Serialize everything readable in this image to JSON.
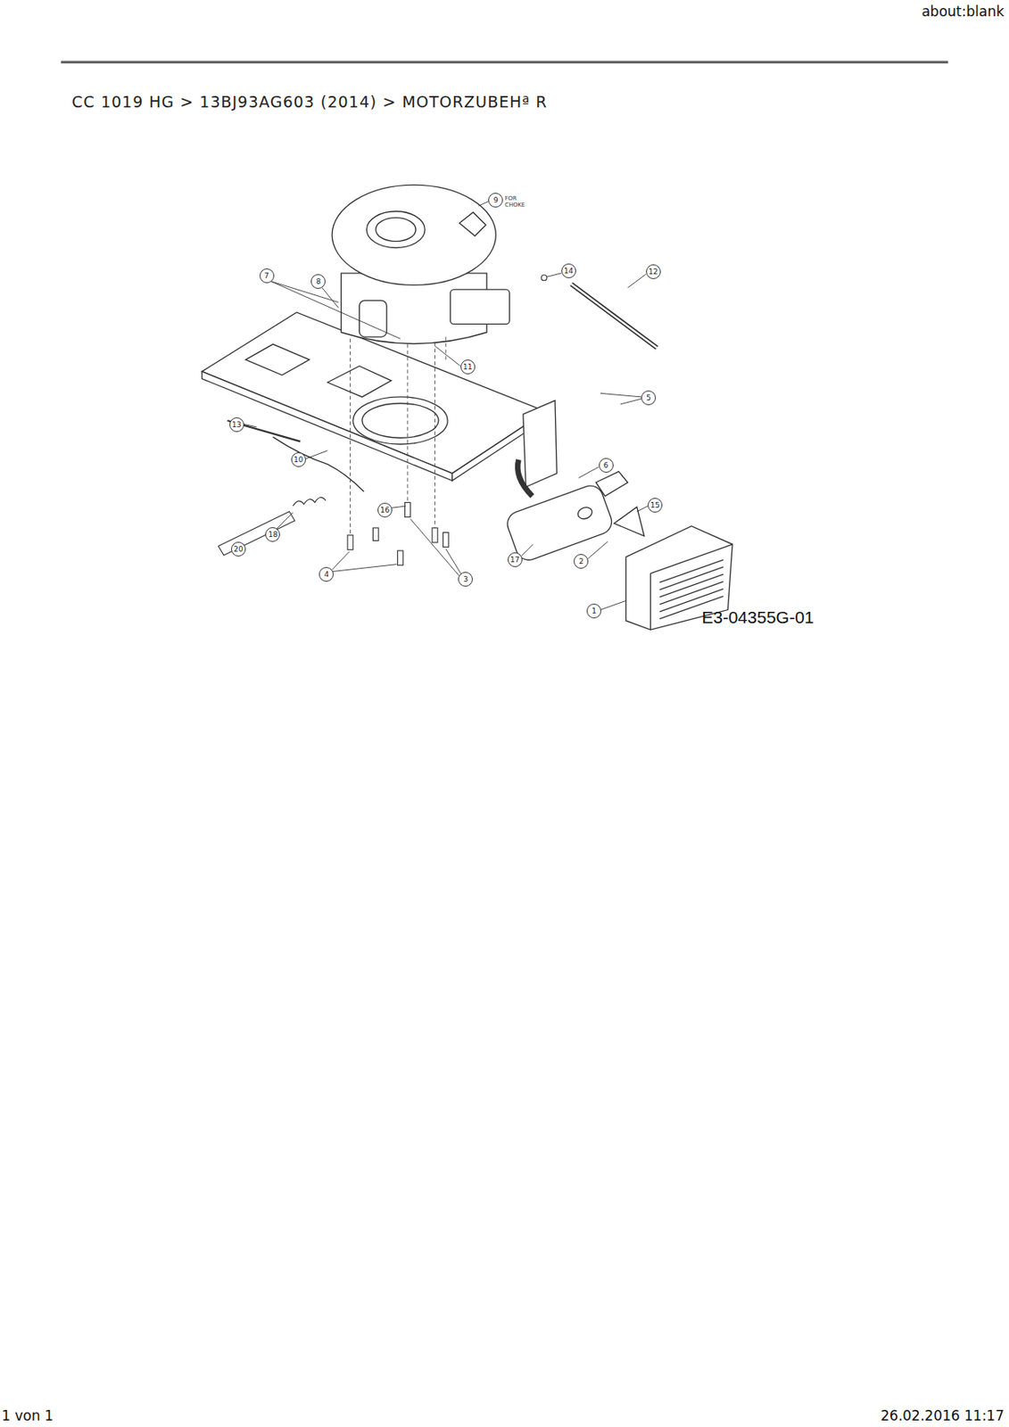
{
  "diagram": {
    "title": "CC 1019 HG > 13BJ93AG603 (2014) > MOTORZUBEHª R",
    "labels": [
      "about:blank",
      "9",
      "FOR CHOKE",
      "7",
      "8",
      "14",
      "12",
      "11",
      "5",
      "13",
      "10",
      "6",
      "16",
      "15",
      "18",
      "20",
      "17",
      "2",
      "4",
      "3",
      "1",
      "E3-04355G-01",
      "1 von 1",
      "26.02.2016 11:17"
    ]
  }
}
